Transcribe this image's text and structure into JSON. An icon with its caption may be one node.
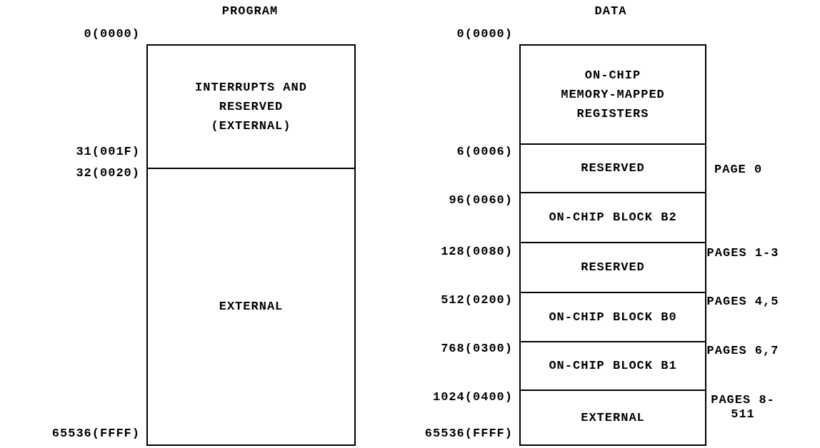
{
  "diagram": {
    "nodes": [
      {
        "text": [
          "INTERRUPTS AND RESERVED (EXTERNAL)"
        ]
      },
      {
        "text": [
          "EXTERNAL"
        ]
      },
      {
        "text": [
          "ON-CHIP MEMORY-MAPPED REGISTERS"
        ]
      },
      {
        "text": [
          "RESERVED"
        ]
      },
      {
        "text": [
          "ON-CHIP BLOCK B2"
        ]
      },
      {
        "text": [
          "RESERVED"
        ]
      },
      {
        "text": [
          "ON-CHIP BLOCK B0"
        ]
      },
      {
        "text": [
          "ON-CHIP BLOCK B1"
        ]
      },
      {
        "text": [
          "EXTERNAL"
        ]
      }
    ],
    "labels": [
      "PROGRAM",
      "DATA",
      "0(0000)",
      "31(001F)",
      "32(0020)",
      "65536(FFFF)",
      "0(0000)",
      "6(0006)",
      "96(0060)",
      "128(0080)",
      "512(0200)",
      "768(0300)",
      "1024(0400)",
      "65536(FFFF)",
      "PAGE 0",
      "PAGES 1-3",
      "PAGES 4,5",
      "PAGES 6,7",
      "PAGES 8-511"
    ]
  }
}
